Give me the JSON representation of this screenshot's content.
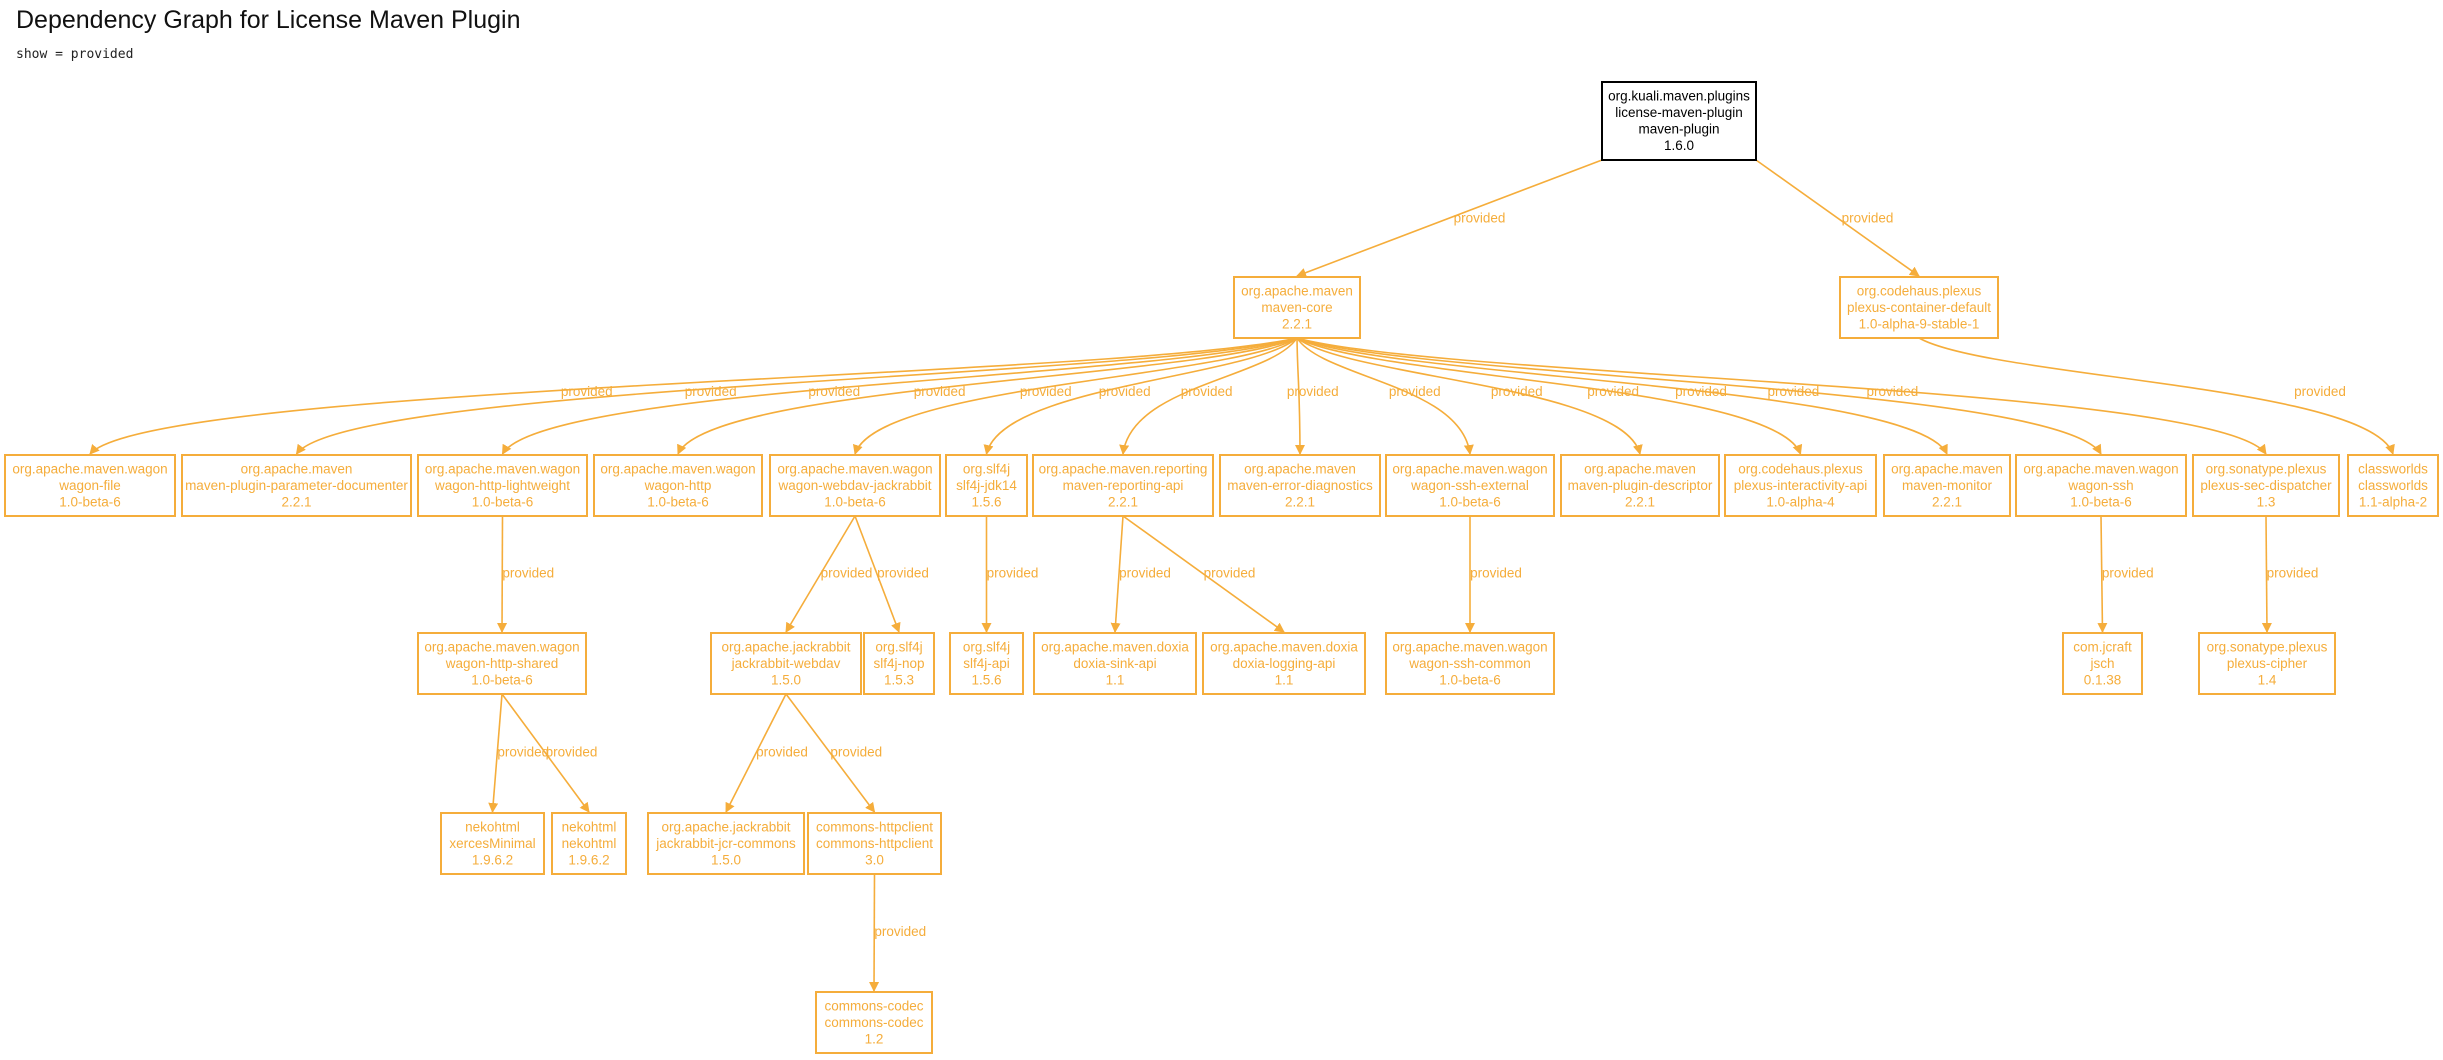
{
  "title": "Dependency Graph for License Maven Plugin",
  "subtitle": "show = provided",
  "colors": {
    "edge": "#f5ad3b",
    "root_fill": "#e0e0e0",
    "root_stroke": "#000000",
    "root_text": "#000000"
  },
  "nodes": [
    {
      "id": "root",
      "lines": [
        "org.kuali.maven.plugins",
        "license-maven-plugin",
        "maven-plugin",
        "1.6.0"
      ],
      "root": true
    },
    {
      "id": "maven-core",
      "lines": [
        "org.apache.maven",
        "maven-core",
        "2.2.1"
      ]
    },
    {
      "id": "plexus-container-default",
      "lines": [
        "org.codehaus.plexus",
        "plexus-container-default",
        "1.0-alpha-9-stable-1"
      ]
    },
    {
      "id": "wagon-file",
      "lines": [
        "org.apache.maven.wagon",
        "wagon-file",
        "1.0-beta-6"
      ]
    },
    {
      "id": "maven-plugin-parameter-documenter",
      "lines": [
        "org.apache.maven",
        "maven-plugin-parameter-documenter",
        "2.2.1"
      ]
    },
    {
      "id": "wagon-http-lightweight",
      "lines": [
        "org.apache.maven.wagon",
        "wagon-http-lightweight",
        "1.0-beta-6"
      ]
    },
    {
      "id": "wagon-http",
      "lines": [
        "org.apache.maven.wagon",
        "wagon-http",
        "1.0-beta-6"
      ]
    },
    {
      "id": "wagon-webdav-jackrabbit",
      "lines": [
        "org.apache.maven.wagon",
        "wagon-webdav-jackrabbit",
        "1.0-beta-6"
      ]
    },
    {
      "id": "slf4j-jdk14",
      "lines": [
        "org.slf4j",
        "slf4j-jdk14",
        "1.5.6"
      ]
    },
    {
      "id": "maven-reporting-api",
      "lines": [
        "org.apache.maven.reporting",
        "maven-reporting-api",
        "2.2.1"
      ]
    },
    {
      "id": "maven-error-diagnostics",
      "lines": [
        "org.apache.maven",
        "maven-error-diagnostics",
        "2.2.1"
      ]
    },
    {
      "id": "wagon-ssh-external",
      "lines": [
        "org.apache.maven.wagon",
        "wagon-ssh-external",
        "1.0-beta-6"
      ]
    },
    {
      "id": "maven-plugin-descriptor",
      "lines": [
        "org.apache.maven",
        "maven-plugin-descriptor",
        "2.2.1"
      ]
    },
    {
      "id": "plexus-interactivity-api",
      "lines": [
        "org.codehaus.plexus",
        "plexus-interactivity-api",
        "1.0-alpha-4"
      ]
    },
    {
      "id": "maven-monitor",
      "lines": [
        "org.apache.maven",
        "maven-monitor",
        "2.2.1"
      ]
    },
    {
      "id": "wagon-ssh",
      "lines": [
        "org.apache.maven.wagon",
        "wagon-ssh",
        "1.0-beta-6"
      ]
    },
    {
      "id": "plexus-sec-dispatcher",
      "lines": [
        "org.sonatype.plexus",
        "plexus-sec-dispatcher",
        "1.3"
      ]
    },
    {
      "id": "classworlds",
      "lines": [
        "classworlds",
        "classworlds",
        "1.1-alpha-2"
      ]
    },
    {
      "id": "wagon-http-shared",
      "lines": [
        "org.apache.maven.wagon",
        "wagon-http-shared",
        "1.0-beta-6"
      ]
    },
    {
      "id": "jackrabbit-webdav",
      "lines": [
        "org.apache.jackrabbit",
        "jackrabbit-webdav",
        "1.5.0"
      ]
    },
    {
      "id": "slf4j-nop",
      "lines": [
        "org.slf4j",
        "slf4j-nop",
        "1.5.3"
      ]
    },
    {
      "id": "slf4j-api",
      "lines": [
        "org.slf4j",
        "slf4j-api",
        "1.5.6"
      ]
    },
    {
      "id": "doxia-sink-api",
      "lines": [
        "org.apache.maven.doxia",
        "doxia-sink-api",
        "1.1"
      ]
    },
    {
      "id": "doxia-logging-api",
      "lines": [
        "org.apache.maven.doxia",
        "doxia-logging-api",
        "1.1"
      ]
    },
    {
      "id": "wagon-ssh-common",
      "lines": [
        "org.apache.maven.wagon",
        "wagon-ssh-common",
        "1.0-beta-6"
      ]
    },
    {
      "id": "jsch",
      "lines": [
        "com.jcraft",
        "jsch",
        "0.1.38"
      ]
    },
    {
      "id": "plexus-cipher",
      "lines": [
        "org.sonatype.plexus",
        "plexus-cipher",
        "1.4"
      ]
    },
    {
      "id": "xercesMinimal",
      "lines": [
        "nekohtml",
        "xercesMinimal",
        "1.9.6.2"
      ]
    },
    {
      "id": "nekohtml",
      "lines": [
        "nekohtml",
        "nekohtml",
        "1.9.6.2"
      ]
    },
    {
      "id": "jackrabbit-jcr-commons",
      "lines": [
        "org.apache.jackrabbit",
        "jackrabbit-jcr-commons",
        "1.5.0"
      ]
    },
    {
      "id": "commons-httpclient",
      "lines": [
        "commons-httpclient",
        "commons-httpclient",
        "3.0"
      ]
    },
    {
      "id": "commons-codec",
      "lines": [
        "commons-codec",
        "commons-codec",
        "1.2"
      ]
    }
  ],
  "edges": [
    {
      "from": "root",
      "to": "maven-core",
      "label": "provided"
    },
    {
      "from": "root",
      "to": "plexus-container-default",
      "label": "provided"
    },
    {
      "from": "maven-core",
      "to": "wagon-file",
      "label": "provided"
    },
    {
      "from": "maven-core",
      "to": "maven-plugin-parameter-documenter",
      "label": "provided"
    },
    {
      "from": "maven-core",
      "to": "wagon-http-lightweight",
      "label": "provided"
    },
    {
      "from": "maven-core",
      "to": "wagon-http",
      "label": "provided"
    },
    {
      "from": "maven-core",
      "to": "wagon-webdav-jackrabbit",
      "label": "provided"
    },
    {
      "from": "maven-core",
      "to": "slf4j-jdk14",
      "label": "provided"
    },
    {
      "from": "maven-core",
      "to": "maven-reporting-api",
      "label": "provided"
    },
    {
      "from": "maven-core",
      "to": "maven-error-diagnostics",
      "label": "provided"
    },
    {
      "from": "maven-core",
      "to": "wagon-ssh-external",
      "label": "provided"
    },
    {
      "from": "maven-core",
      "to": "maven-plugin-descriptor",
      "label": "provided"
    },
    {
      "from": "maven-core",
      "to": "plexus-interactivity-api",
      "label": "provided"
    },
    {
      "from": "maven-core",
      "to": "maven-monitor",
      "label": "provided"
    },
    {
      "from": "maven-core",
      "to": "wagon-ssh",
      "label": "provided"
    },
    {
      "from": "maven-core",
      "to": "plexus-sec-dispatcher",
      "label": "provided"
    },
    {
      "from": "plexus-container-default",
      "to": "classworlds",
      "label": "provided"
    },
    {
      "from": "wagon-http-lightweight",
      "to": "wagon-http-shared",
      "label": "provided"
    },
    {
      "from": "wagon-webdav-jackrabbit",
      "to": "jackrabbit-webdav",
      "label": "provided"
    },
    {
      "from": "wagon-webdav-jackrabbit",
      "to": "slf4j-nop",
      "label": "provided"
    },
    {
      "from": "slf4j-jdk14",
      "to": "slf4j-api",
      "label": "provided"
    },
    {
      "from": "maven-reporting-api",
      "to": "doxia-sink-api",
      "label": "provided"
    },
    {
      "from": "maven-reporting-api",
      "to": "doxia-logging-api",
      "label": "provided"
    },
    {
      "from": "wagon-ssh-external",
      "to": "wagon-ssh-common",
      "label": "provided"
    },
    {
      "from": "wagon-ssh",
      "to": "jsch",
      "label": "provided"
    },
    {
      "from": "plexus-sec-dispatcher",
      "to": "plexus-cipher",
      "label": "provided"
    },
    {
      "from": "wagon-http-shared",
      "to": "xercesMinimal",
      "label": "provided"
    },
    {
      "from": "wagon-http-shared",
      "to": "nekohtml",
      "label": "provided"
    },
    {
      "from": "jackrabbit-webdav",
      "to": "jackrabbit-jcr-commons",
      "label": "provided"
    },
    {
      "from": "jackrabbit-webdav",
      "to": "commons-httpclient",
      "label": "provided"
    },
    {
      "from": "commons-httpclient",
      "to": "commons-codec",
      "label": "provided"
    }
  ]
}
